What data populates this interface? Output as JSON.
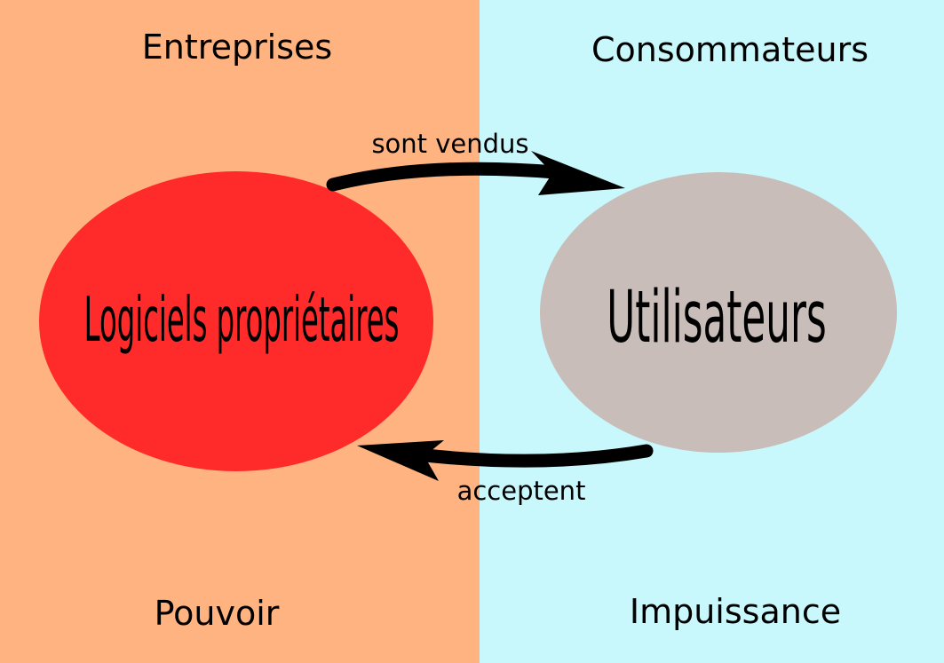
{
  "left_panel": {
    "top_label": "Entreprises",
    "bottom_label": "Pouvoir",
    "color": "#ffb380"
  },
  "right_panel": {
    "top_label": "Consommateurs",
    "bottom_label": "Impuissance",
    "color": "#c8f7fc"
  },
  "nodes": {
    "left": {
      "label": "Logiciels propriétaires",
      "color": "#ff2a2a"
    },
    "right": {
      "label": "Utilisateurs",
      "color": "#c8bdb8"
    }
  },
  "edges": {
    "top": {
      "label": "sont vendus"
    },
    "bottom": {
      "label": "acceptent"
    }
  }
}
